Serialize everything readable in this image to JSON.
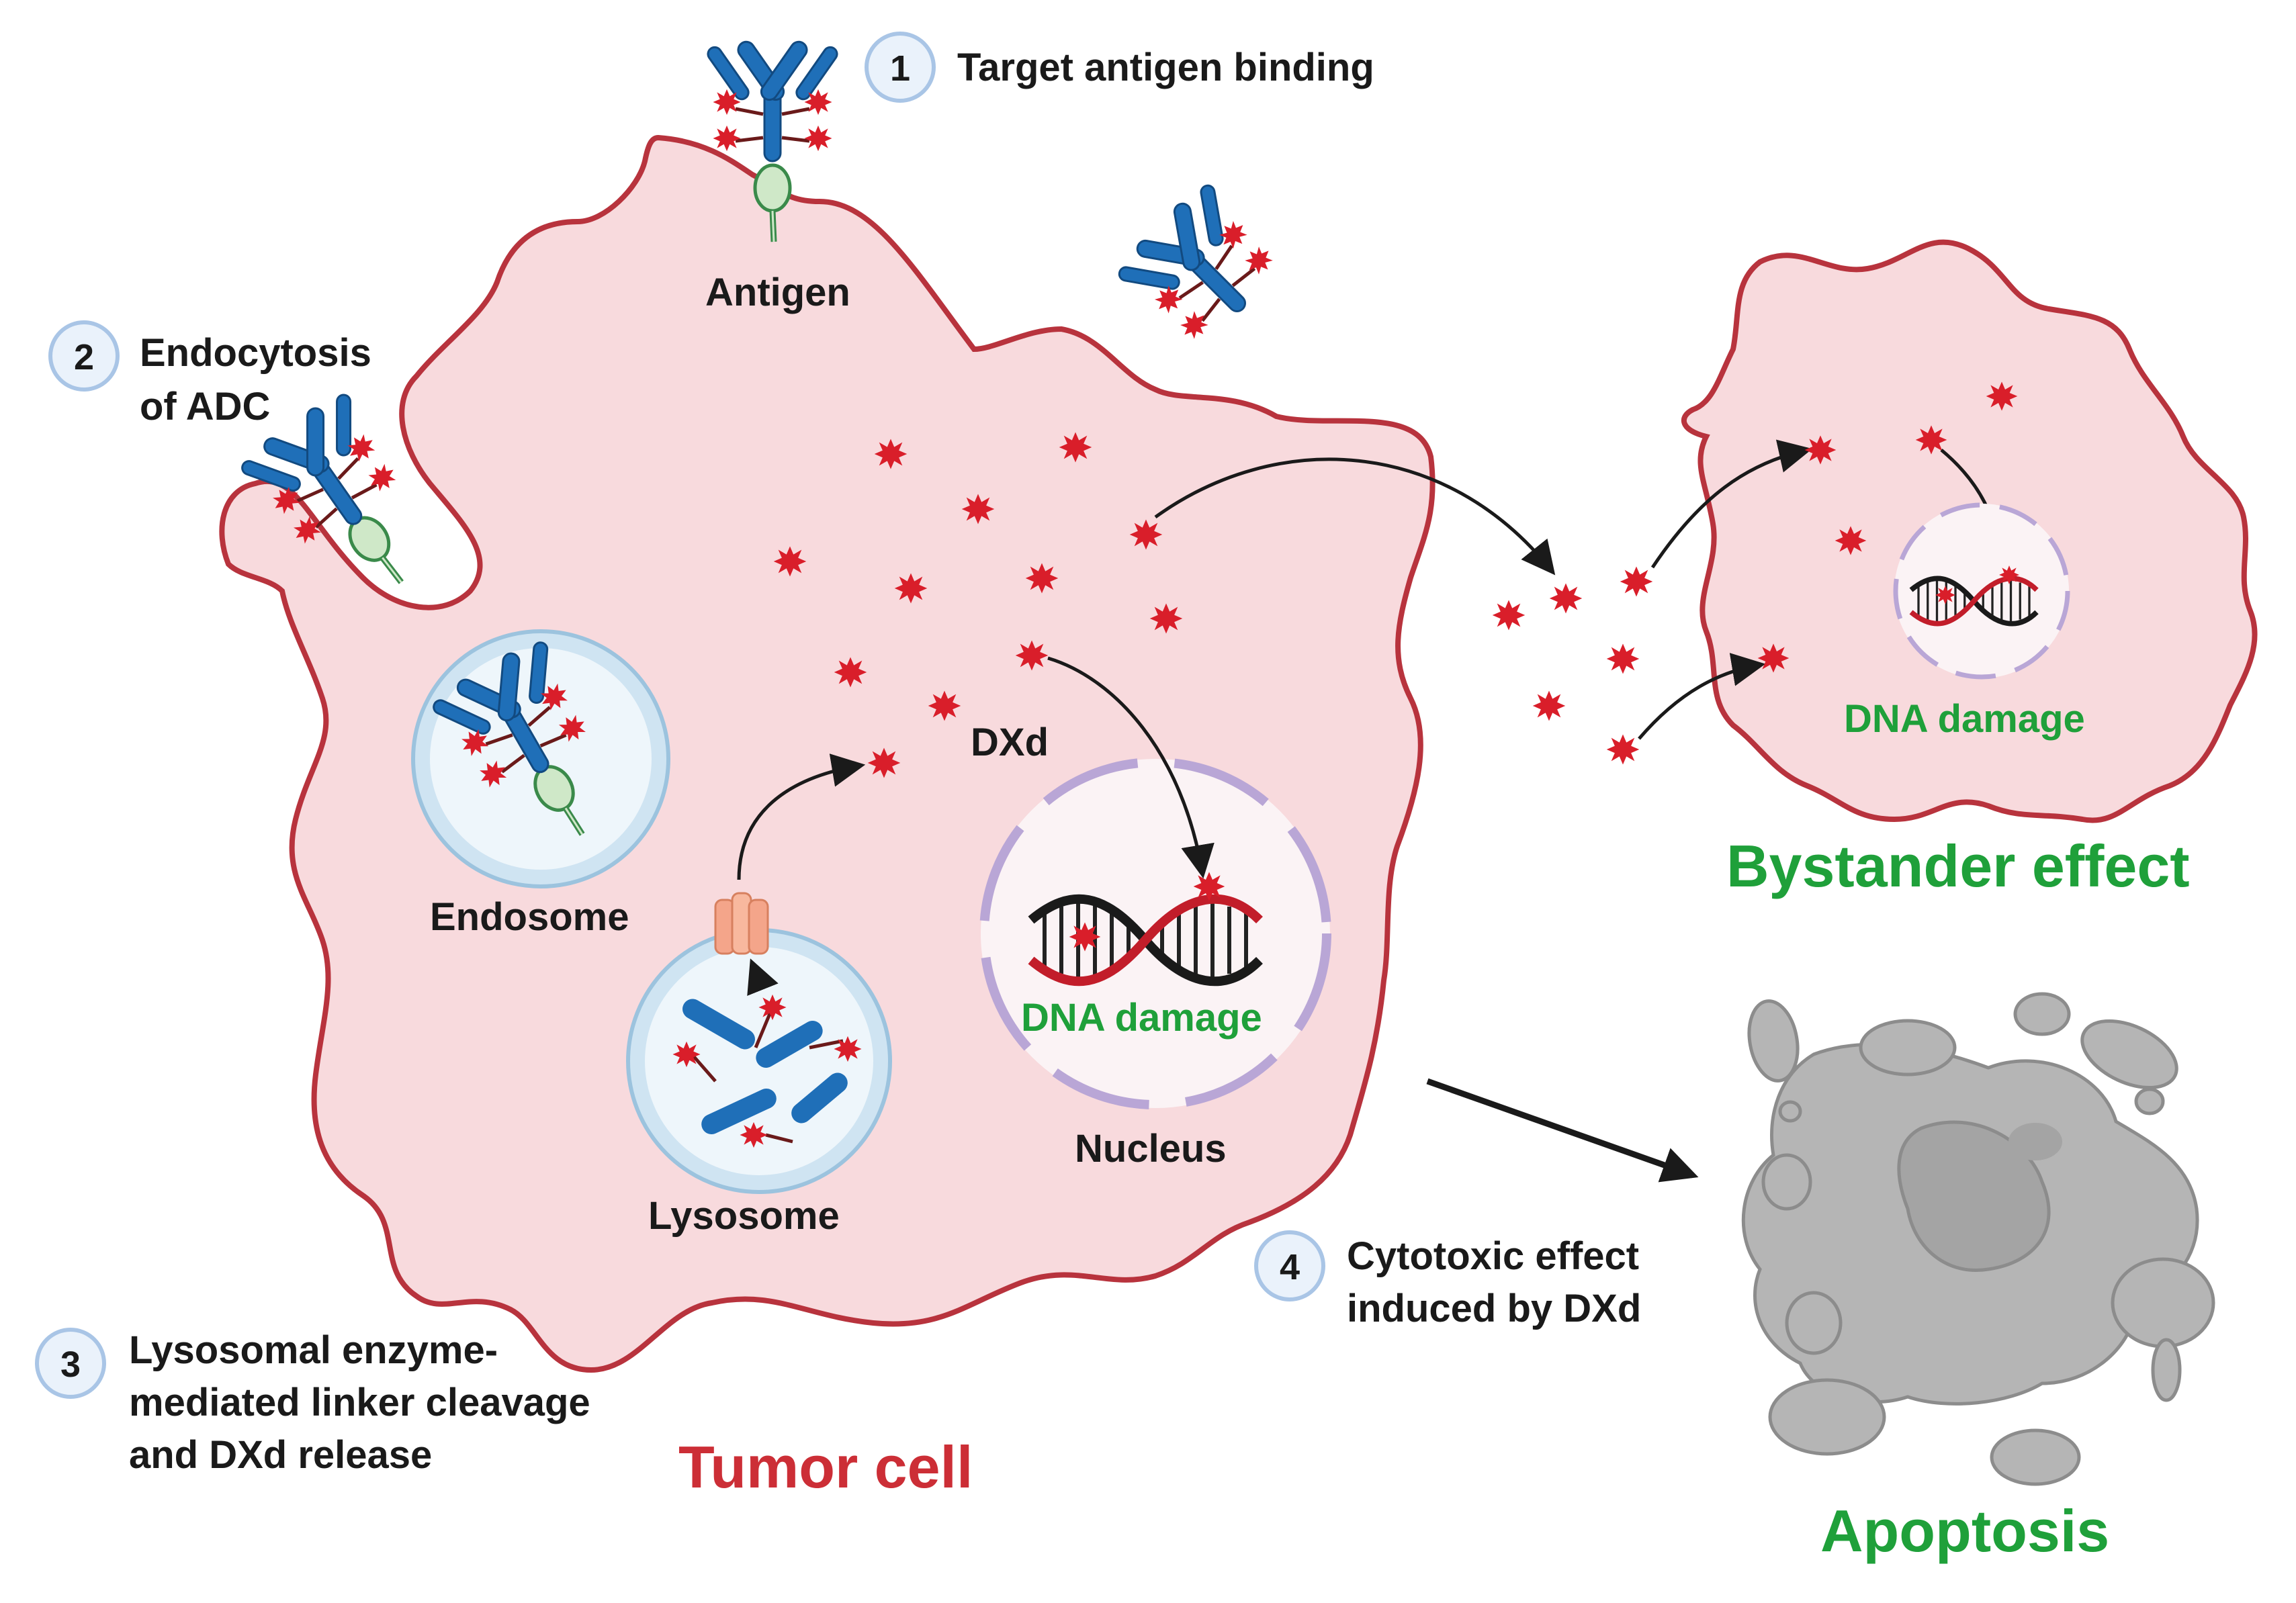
{
  "steps": [
    {
      "number": "1",
      "lines": [
        "Target antigen binding"
      ]
    },
    {
      "number": "2",
      "lines": [
        "Endocytosis",
        "of ADC"
      ]
    },
    {
      "number": "3",
      "lines": [
        "Lysosomal enzyme-",
        "mediated linker cleavage",
        "and DXd release"
      ]
    },
    {
      "number": "4",
      "lines": [
        "Cytotoxic effect",
        "induced by DXd"
      ]
    }
  ],
  "labels": {
    "antigen": "Antigen",
    "endosome": "Endosome",
    "lysosome": "Lysosome",
    "dxd": "DXd",
    "nucleus": "Nucleus",
    "dna_damage_main": "DNA damage",
    "dna_damage_bystander": "DNA damage",
    "tumor_cell": "Tumor cell",
    "bystander_effect": "Bystander effect",
    "apoptosis": "Apoptosis"
  },
  "icons": [
    "antibody-drug-conjugate-icon",
    "payload-star-icon",
    "dna-helix-icon",
    "enzyme-icon",
    "apoptotic-cell-icon"
  ],
  "colors": {
    "cell_fill": "#f8dadd",
    "cell_stroke": "#b8333d",
    "payload": "#d91e2a",
    "antibody": "#1f6fb8",
    "antigen": "#cfe8c8",
    "membrane_vesicle": "#cfe4f2",
    "nucleus_ring": "#b9a6d6",
    "label_green": "#1fa03a",
    "label_red": "#cc2e36",
    "apoptosis_gray": "#b5b5b5"
  }
}
